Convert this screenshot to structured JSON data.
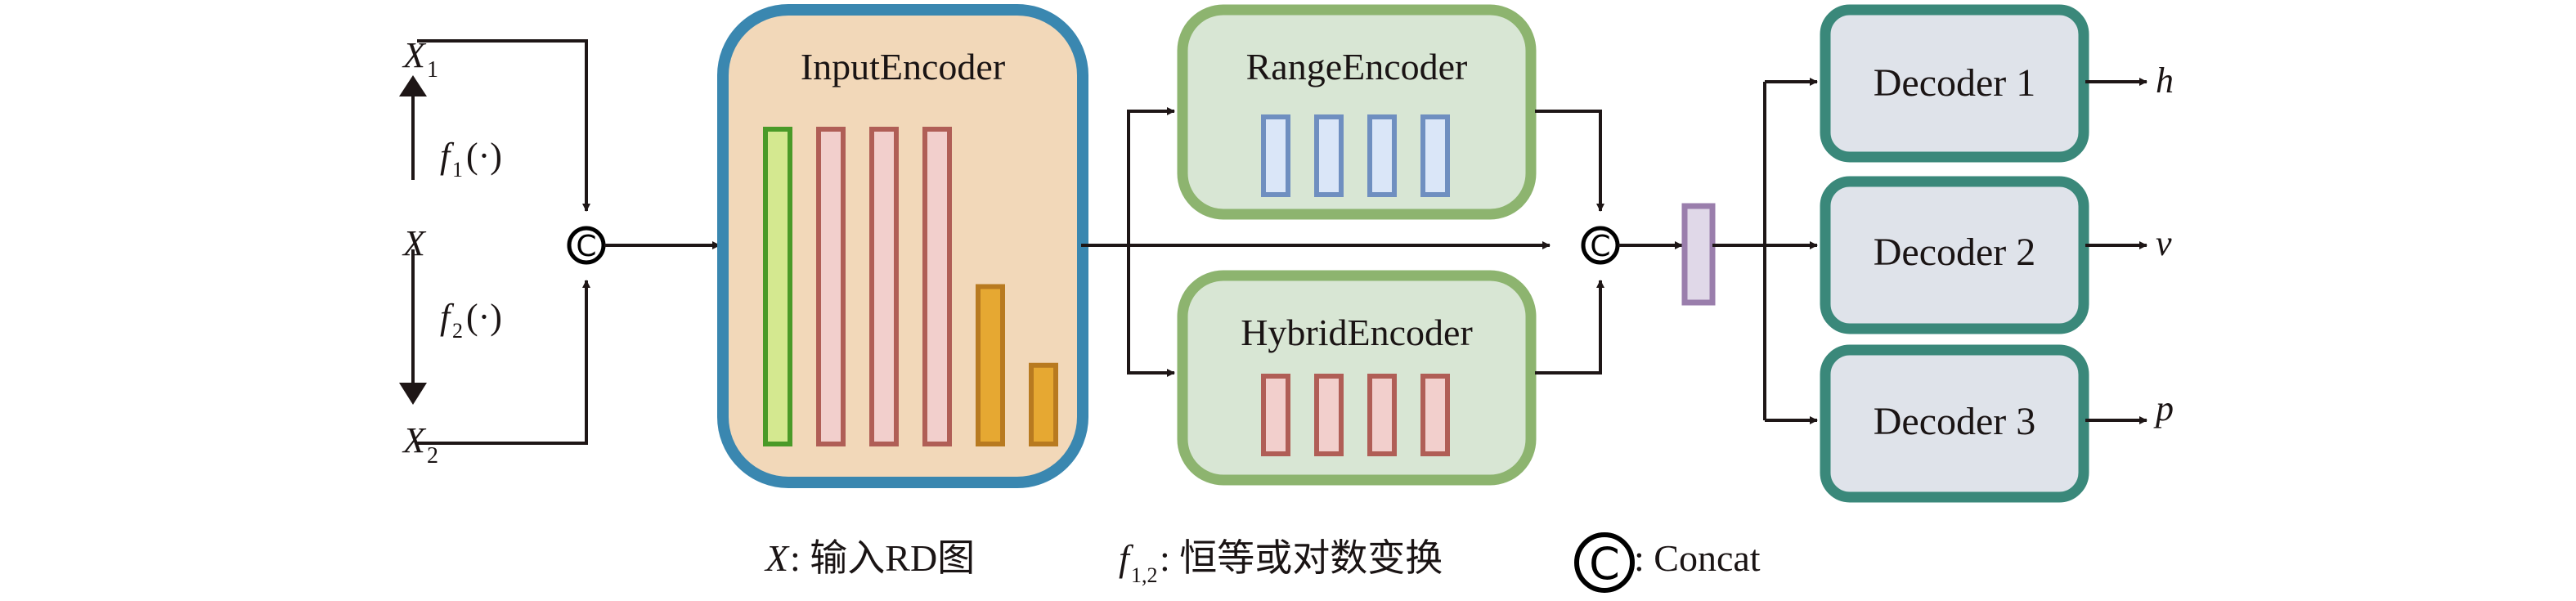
{
  "inputs": {
    "x1": {
      "base": "X",
      "sub": "1"
    },
    "x": {
      "base": "X"
    },
    "x2": {
      "base": "X",
      "sub": "2"
    },
    "f1": {
      "base": "f",
      "sub": "1",
      "arg": "(·)"
    },
    "f2": {
      "base": "f",
      "sub": "2",
      "arg": "(·)"
    }
  },
  "concat_symbol": "C",
  "encoders": {
    "input": {
      "title": "InputEncoder",
      "layers": [
        {
          "kind": "input",
          "relative_height": 1.0
        },
        {
          "kind": "hidden",
          "relative_height": 1.0
        },
        {
          "kind": "hidden",
          "relative_height": 1.0
        },
        {
          "kind": "hidden",
          "relative_height": 1.0
        },
        {
          "kind": "reduced",
          "relative_height": 0.5
        },
        {
          "kind": "reduced",
          "relative_height": 0.25
        }
      ]
    },
    "range": {
      "title": "RangeEncoder",
      "layer_count": 4
    },
    "hybrid": {
      "title": "HybridEncoder",
      "layer_count": 4
    }
  },
  "decoders": [
    {
      "title": "Decoder 1",
      "output": "h"
    },
    {
      "title": "Decoder 2",
      "output": "v"
    },
    {
      "title": "Decoder 3",
      "output": "p"
    }
  ],
  "legend": {
    "x_sym": "X",
    "x_text": ": 输入RD图",
    "f_sym": "f",
    "f_sub": "1,2",
    "f_text": ": 恒等或对数变换",
    "c_sym": "C",
    "c_text": ": Concat"
  },
  "colors": {
    "input_encoder_border": "#3a87b0",
    "input_encoder_fill": "#f2d8b9",
    "sub_encoder_border": "#8db46f",
    "sub_encoder_fill": "#d8e6d4",
    "decoder_border": "#3a887a",
    "decoder_fill": "#dfe3ea",
    "green_layer_fill": "#d4e890",
    "green_layer_stroke": "#4a9a28",
    "pink_layer_fill": "#f2cfcc",
    "pink_layer_stroke": "#b05e56",
    "orange_layer_fill": "#e6a832",
    "orange_layer_stroke": "#b87a20",
    "blue_layer_fill": "#dae6f8",
    "blue_layer_stroke": "#6f8fc0",
    "purple_fill": "#e0d8e8",
    "purple_stroke": "#9a7eac",
    "line": "#1e1616"
  }
}
